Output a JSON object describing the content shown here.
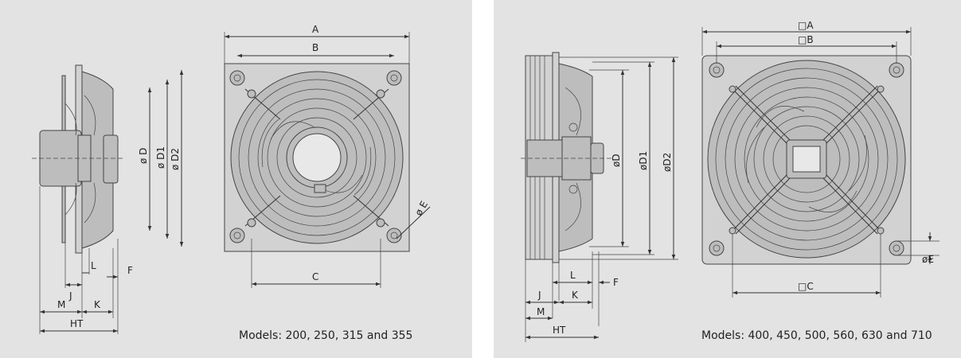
{
  "left": {
    "caption": "Models: 200, 250, 315 and 355",
    "dims": {
      "A": "A",
      "B": "B",
      "C": "C",
      "D": "ø D",
      "D1": "ø D1",
      "D2": "ø D2",
      "E": "ø E",
      "L": "L",
      "J": "J",
      "F": "F",
      "M": "M",
      "K": "K",
      "HT": "HT"
    }
  },
  "right": {
    "caption": "Models: 400, 450, 500, 560, 630 and 710",
    "dims": {
      "A": "□A",
      "B": "□B",
      "C": "□C",
      "D": "øD",
      "D1": "øD1",
      "D2": "øD2",
      "E": "øE",
      "L": "L",
      "J": "J",
      "F": "F",
      "M": "M",
      "K": "K",
      "HT": "HT"
    }
  },
  "colors": {
    "panel": "#e3e3e3",
    "line": "#333333"
  }
}
